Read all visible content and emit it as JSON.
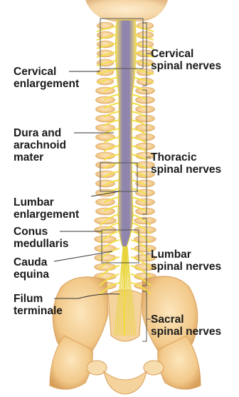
{
  "labels_left": {
    "cervical_enlargement": [
      "Cervical",
      "enlargement"
    ],
    "dura": [
      "Dura and",
      "arachnoid",
      "mater"
    ],
    "lumbar_enlargement": [
      "Lumbar",
      "enlargement"
    ],
    "conus": [
      "Conus",
      "medullaris"
    ],
    "cauda": [
      "Cauda",
      "equina"
    ],
    "filum": [
      "Filum",
      "terminale"
    ]
  },
  "labels_right": {
    "cervical": [
      "Cervical",
      "spinal nerves"
    ],
    "thoracic": [
      "Thoracic",
      "spinal nerves"
    ],
    "lumbar": [
      "Lumbar",
      "spinal nerves"
    ],
    "sacral": [
      "Sacral",
      "spinal nerves"
    ]
  },
  "colors": {
    "bone": "#f2c98a",
    "bone_shade": "#d9a05c",
    "nerve": "#f3e04a",
    "cord": "#9a8fb3",
    "leader": "#333333"
  }
}
